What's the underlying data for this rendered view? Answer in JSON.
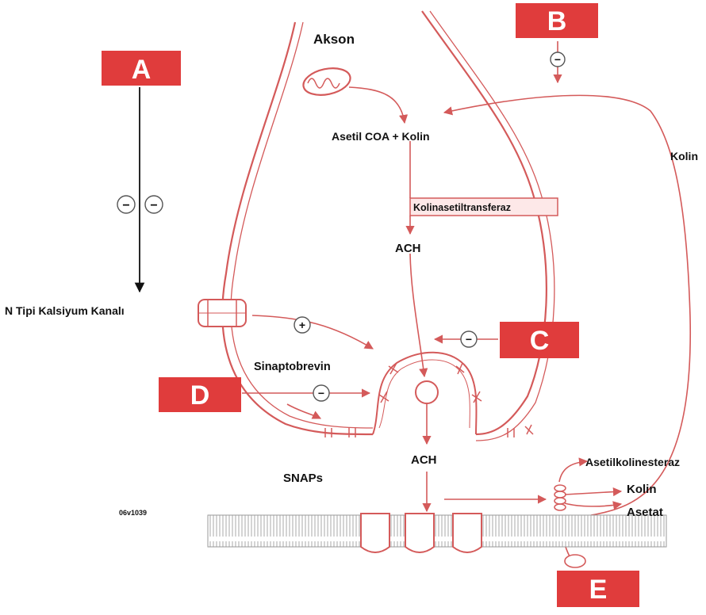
{
  "colors": {
    "accent": "#e03c3c",
    "line": "#d45a5a",
    "text": "#111111",
    "arrow_black": "#111111"
  },
  "labels": {
    "akson": "Akson",
    "asetil_coa_kolin": "Asetil COA + Kolin",
    "kolinasetiltransferaz": "Kolinasetiltransferaz",
    "ach_top": "ACH",
    "ach_bottom": "ACH",
    "kolin_right": "Kolin",
    "n_tipi": "N Tipi Kalsiyum Kanalı",
    "sinaptobrevin": "Sinaptobrevin",
    "snaps": "SNAPs",
    "asetilkolinesteraz": "Asetilkolinesteraz",
    "kolin_bottom": "Kolin",
    "asetat": "Asetat",
    "code": "06v1039"
  },
  "boxes": {
    "A": "A",
    "B": "B",
    "C": "C",
    "D": "D",
    "E": "E"
  },
  "signs": {
    "minus": "−",
    "plus": "+"
  }
}
